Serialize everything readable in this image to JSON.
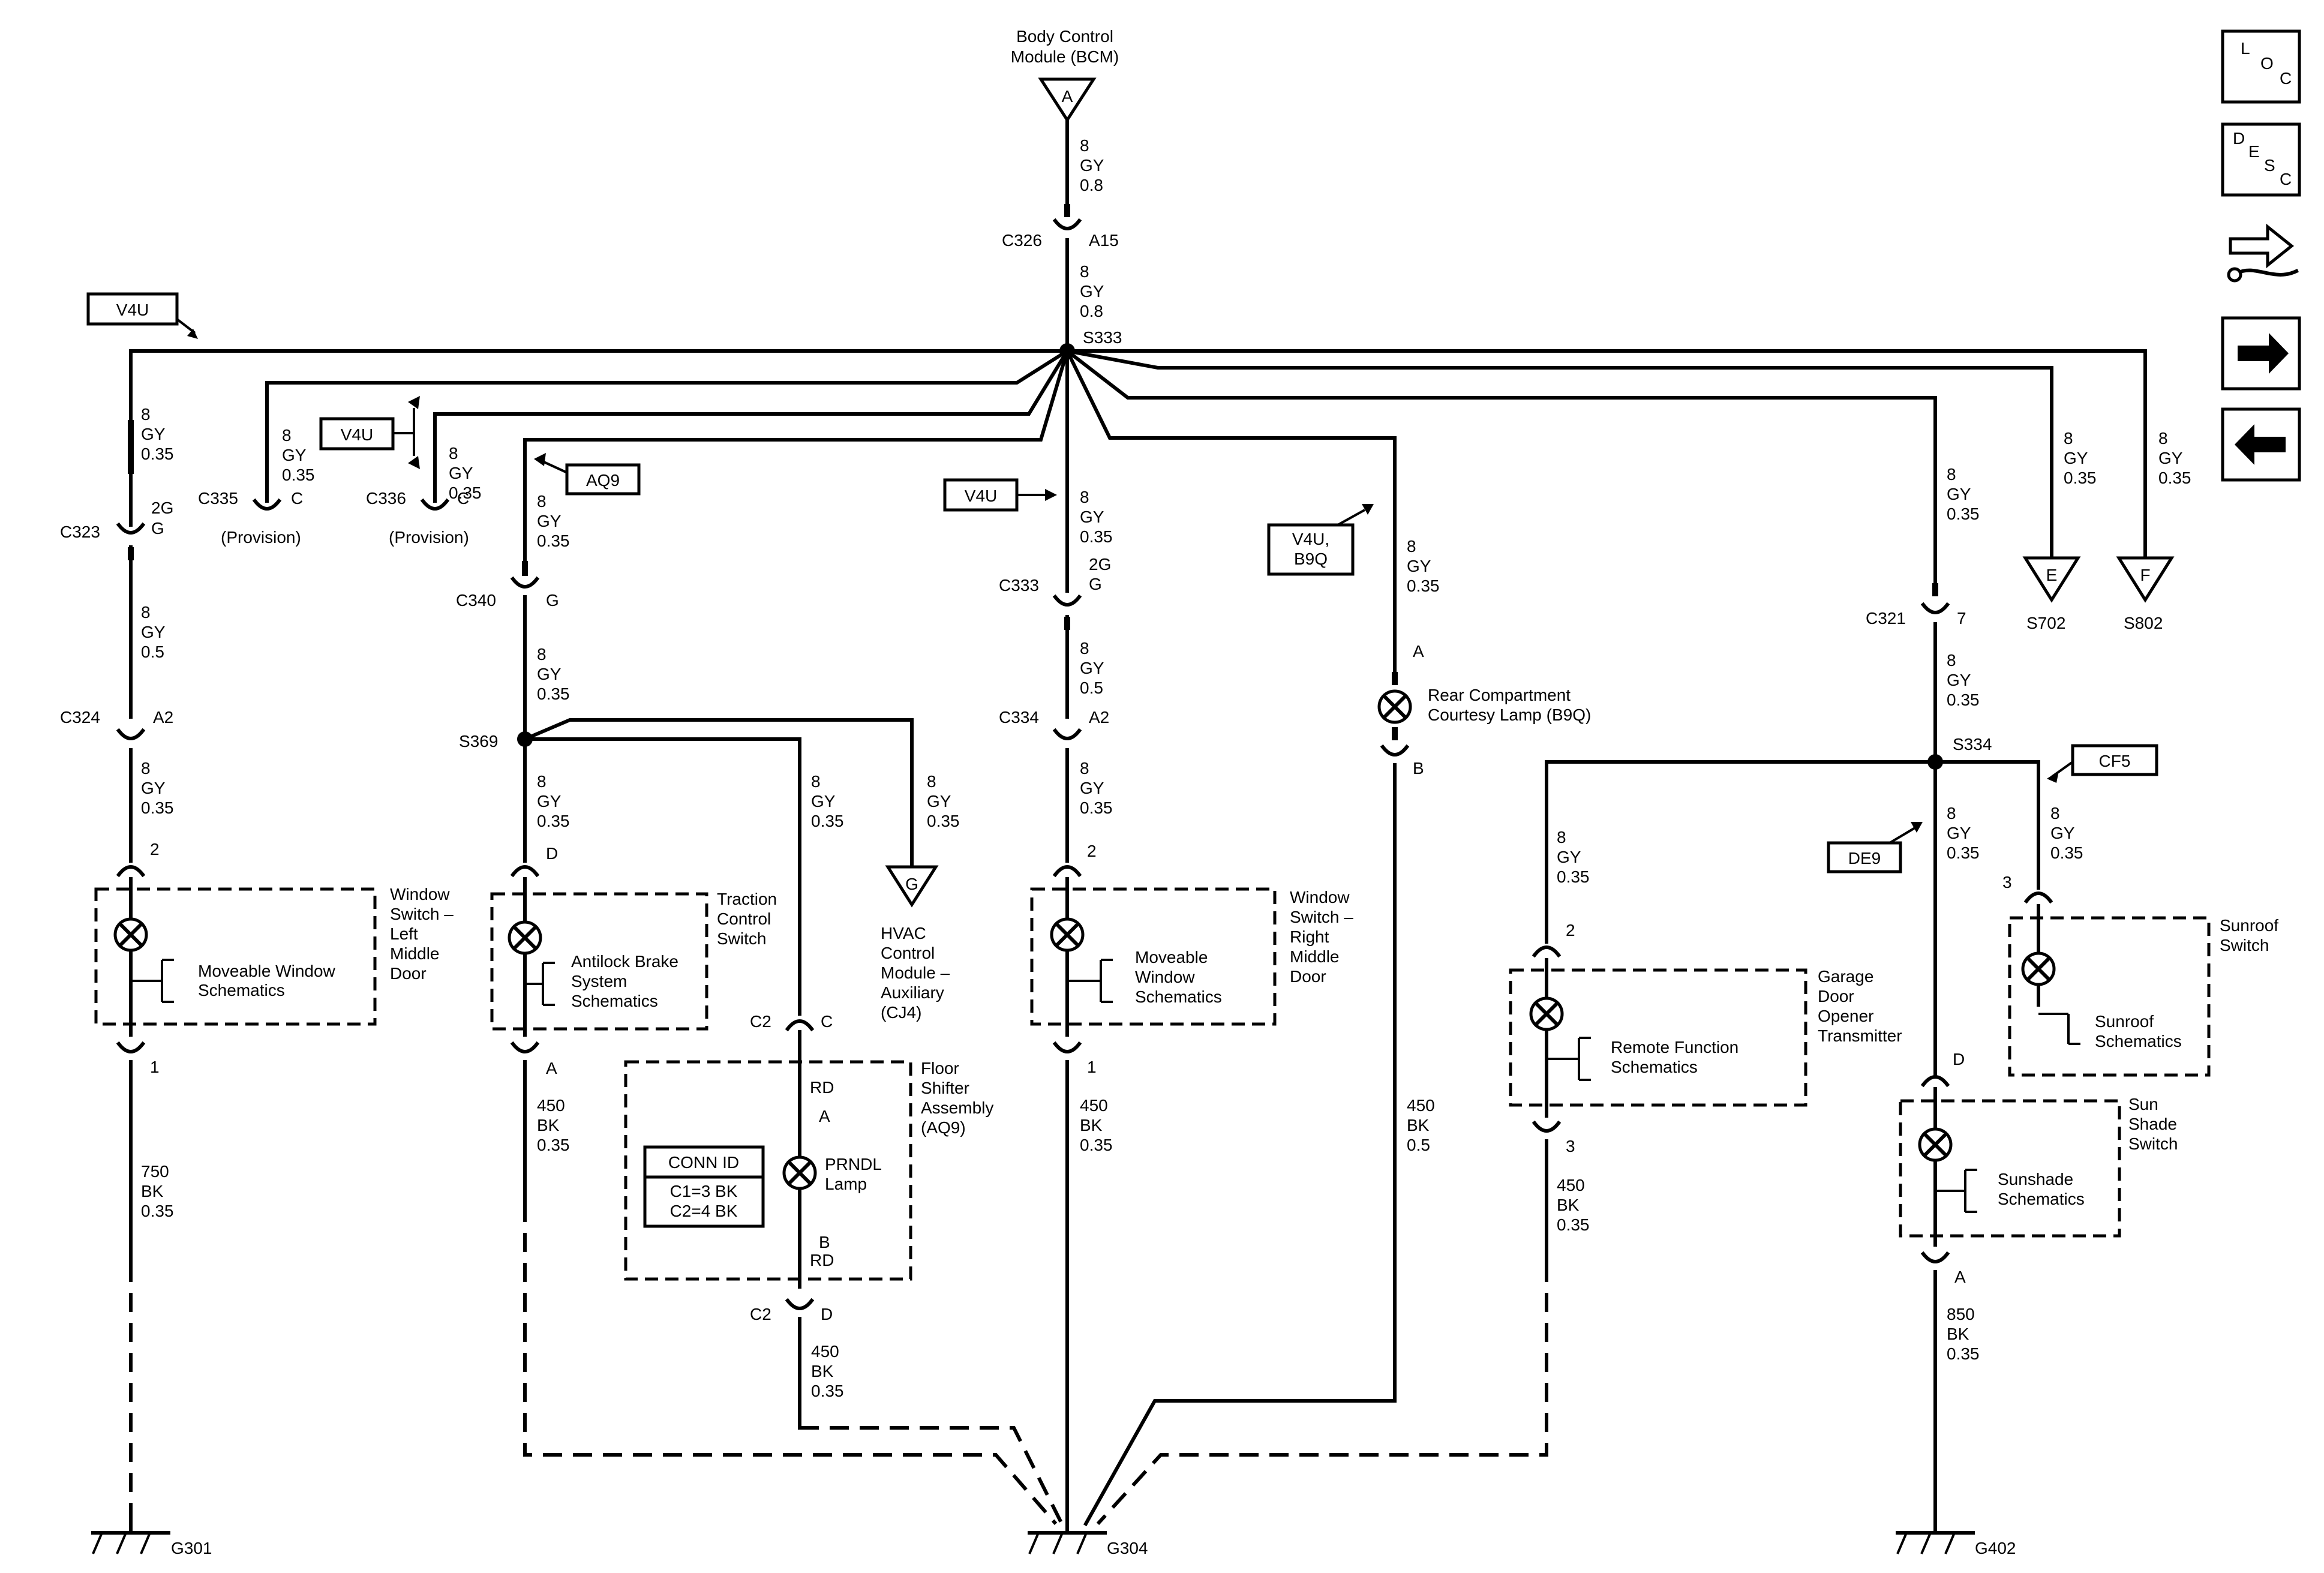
{
  "bcm": {
    "line1": "Body Control",
    "line2": "Module (BCM)",
    "pin": "A"
  },
  "top": {
    "w1": [
      "8",
      "GY",
      "0.8"
    ],
    "conn": "C326",
    "pin": "A15",
    "w2": [
      "8",
      "GY",
      "0.8"
    ],
    "splice": "S333"
  },
  "opt": {
    "v4u": "V4U",
    "aq9": "AQ9",
    "v4u_b9q": [
      "V4U,",
      "B9Q"
    ],
    "cf5": "CF5",
    "de9": "DE9"
  },
  "left_door": {
    "w1": [
      "8",
      "GY",
      "0.35"
    ],
    "c323": "C323",
    "c323_pin": [
      "2G",
      "G"
    ],
    "w2": [
      "8",
      "GY",
      "0.5"
    ],
    "c324": "C324",
    "c324_pin": "A2",
    "w3": [
      "8",
      "GY",
      "0.35"
    ],
    "pin_top": "2",
    "pin_bot": "1",
    "schem": [
      "Moveable Window",
      "Schematics"
    ],
    "name": [
      "Window",
      "Switch –",
      "Left",
      "Middle",
      "Door"
    ],
    "gw": [
      "750",
      "BK",
      "0.35"
    ],
    "ground": "G301"
  },
  "c335": {
    "wire": [
      "8",
      "GY",
      "0.35"
    ],
    "conn": "C335",
    "pin": "C",
    "note": "(Provision)"
  },
  "c336": {
    "wire": [
      "8",
      "GY",
      "0.35"
    ],
    "conn": "C336",
    "pin": "C",
    "note": "(Provision)"
  },
  "traction": {
    "w1": [
      "8",
      "GY",
      "0.35"
    ],
    "c340": "C340",
    "c340_pin": "G",
    "w2": [
      "8",
      "GY",
      "0.35"
    ],
    "splice": "S369",
    "w3": [
      "8",
      "GY",
      "0.35"
    ],
    "pin_top": "D",
    "pin_bot": "A",
    "schem": [
      "Antilock Brake",
      "System",
      "Schematics"
    ],
    "name": [
      "Traction",
      "Control",
      "Switch"
    ],
    "gw": [
      "450",
      "BK",
      "0.35"
    ]
  },
  "shifter": {
    "w1": [
      "8",
      "GY",
      "0.35"
    ],
    "c2": "C2",
    "c2_pin": "C",
    "rd": "RD",
    "lamp_a": "A",
    "lamp": [
      "PRNDL",
      "Lamp"
    ],
    "lamp_b": "B",
    "conn_id": [
      "CONN ID",
      "C1=3 BK",
      "C2=4 BK"
    ],
    "name": [
      "Floor",
      "Shifter",
      "Assembly",
      "(AQ9)"
    ],
    "c2b": "C2",
    "c2b_pin": "D",
    "gw": [
      "450",
      "BK",
      "0.35"
    ]
  },
  "hvac": {
    "wire": [
      "8",
      "GY",
      "0.35"
    ],
    "pin": "G",
    "name": [
      "HVAC",
      "Control",
      "Module –",
      "Auxiliary",
      "(CJ4)"
    ]
  },
  "right_door": {
    "w1": [
      "8",
      "GY",
      "0.35"
    ],
    "c333": "C333",
    "c333_pin": [
      "2G",
      "G"
    ],
    "w2": [
      "8",
      "GY",
      "0.5"
    ],
    "c334": "C334",
    "c334_pin": "A2",
    "w3": [
      "8",
      "GY",
      "0.35"
    ],
    "pin_top": "2",
    "pin_bot": "1",
    "schem": [
      "Moveable",
      "Window",
      "Schematics"
    ],
    "name": [
      "Window",
      "Switch –",
      "Right",
      "Middle",
      "Door"
    ],
    "gw": [
      "450",
      "BK",
      "0.35"
    ],
    "ground": "G304"
  },
  "rear_lamp": {
    "wire": [
      "8",
      "GY",
      "0.35"
    ],
    "pin_a": "A",
    "pin_b": "B",
    "name": [
      "Rear Compartment",
      "Courtesy Lamp (B9Q)"
    ],
    "gw": [
      "450",
      "BK",
      "0.5"
    ]
  },
  "right_branch": {
    "w1": [
      "8",
      "GY",
      "0.35"
    ],
    "c321": "C321",
    "c321_pin": "7",
    "w2": [
      "8",
      "GY",
      "0.35"
    ],
    "splice": "S334"
  },
  "s702": {
    "wire": [
      "8",
      "GY",
      "0.35"
    ],
    "pin": "E",
    "name": "S702"
  },
  "s802": {
    "wire": [
      "8",
      "GY",
      "0.35"
    ],
    "pin": "F",
    "name": "S802"
  },
  "garage": {
    "wire": [
      "8",
      "GY",
      "0.35"
    ],
    "pin_top": "2",
    "pin_bot": "3",
    "schem": [
      "Remote Function",
      "Schematics"
    ],
    "name": [
      "Garage",
      "Door",
      "Opener",
      "Transmitter"
    ],
    "gw": [
      "450",
      "BK",
      "0.35"
    ]
  },
  "sunshade": {
    "wire": [
      "8",
      "GY",
      "0.35"
    ],
    "pin_top": "D",
    "pin_bot": "A",
    "schem": [
      "Sunshade",
      "Schematics"
    ],
    "name": [
      "Sun",
      "Shade",
      "Switch"
    ],
    "gw": [
      "850",
      "BK",
      "0.35"
    ],
    "ground": "G402"
  },
  "sunroof": {
    "wire": [
      "8",
      "GY",
      "0.35"
    ],
    "pin_top": "3",
    "schem": [
      "Sunroof",
      "Schematics"
    ],
    "name": [
      "Sunroof",
      "Switch"
    ]
  },
  "g301": "G301",
  "g304": "G304",
  "g402": "G402",
  "nav": {
    "loc": [
      "L",
      "O",
      "C"
    ],
    "desc": [
      "D",
      "E",
      "S",
      "C"
    ],
    "tools_icon": "wrench-icon",
    "next_icon": "arrow-right-icon",
    "prev_icon": "arrow-left-icon"
  }
}
